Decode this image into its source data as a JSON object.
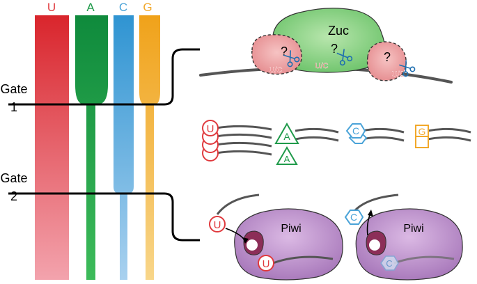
{
  "columns": [
    {
      "label": "U",
      "color": "#e03a3e"
    },
    {
      "label": "A",
      "color": "#1f9a4a"
    },
    {
      "label": "C",
      "color": "#4aa3d8"
    },
    {
      "label": "G",
      "color": "#f2a82a"
    }
  ],
  "gates": {
    "gate1": {
      "line1": "Gate",
      "line2": "1"
    },
    "gate2": {
      "line1": "Gate",
      "line2": "2"
    }
  },
  "zuc_panel": {
    "enzyme_label": "Zuc",
    "question_mark": "?",
    "cleavage_site_label": "U/C",
    "enzyme_color": "#8fd08a"
  },
  "intermediates": {
    "u_letter": "U",
    "a_letter": "A",
    "c_letter": "C",
    "g_letter": "G"
  },
  "piwi_panel": {
    "protein_label": "Piwi",
    "u_letter": "U",
    "c_letter": "C",
    "protein_color": "#b98ac9"
  }
}
